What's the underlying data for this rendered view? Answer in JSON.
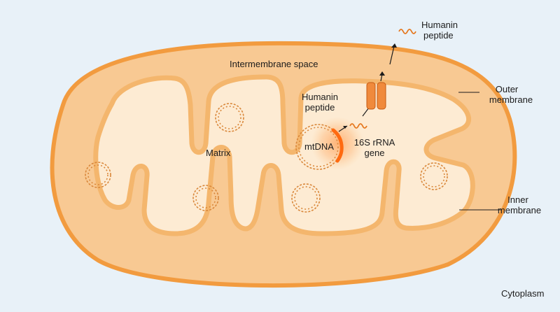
{
  "labels": {
    "intermembrane_space": "Intermembrane space",
    "outer_membrane_line1": "Outer",
    "outer_membrane_line2": "membrane",
    "inner_membrane_line1": "Inner",
    "inner_membrane_line2": "membrane",
    "matrix": "Matrix",
    "mtdna": "mtDNA",
    "gene_line1": "16S rRNA",
    "gene_line2": "gene",
    "humanin_inner_line1": "Humanin",
    "humanin_inner_line2": "peptide",
    "humanin_outer_line1": "Humanin",
    "humanin_outer_line2": "peptide",
    "cytoplasm": "Cytoplasm"
  },
  "colors": {
    "background": "#e8f1f8",
    "outer_membrane": "#f29b3f",
    "intermembrane_fill": "#f8c993",
    "inner_membrane": "#f4b66d",
    "matrix_fill": "#fdebd3",
    "channel": "#f08a3c",
    "dna_glow": "#ff7a1a"
  },
  "icons": [
    "mitochondrion-body",
    "mtdna-plasmid-icon",
    "membrane-channel-icon",
    "peptide-strand-icon",
    "arrow-icon"
  ]
}
